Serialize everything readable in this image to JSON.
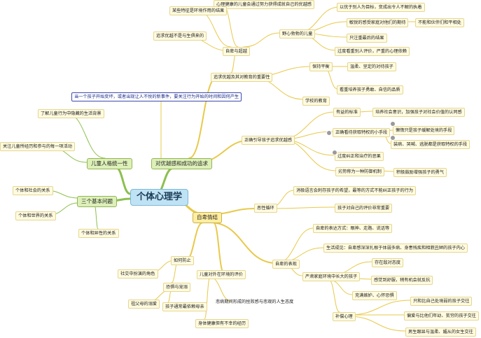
{
  "root": "个体心理学",
  "branches": {
    "inferiority": "自卑情结",
    "superiority": "对优越感和成功的追求",
    "unity": "儿童人格统一性",
    "three_problems": "三个基本问题"
  },
  "nodes": {
    "n1": "心理健康的儿童会通过努力获得成就自己的优越感",
    "n2": "某些特征是环境作用的结果",
    "n3": "以优于别人为目标，变成出令人不解的执着",
    "n4": "野心勃勃的儿童",
    "n5": "敏锐的感受家庭对他们的期待",
    "n6": "不能和伙伴们和平相处",
    "n7": "追求优越不是与生俱来的",
    "n8": "只注重最后的结果",
    "n9": "自卑与超越",
    "n10": "过度看重别人评价，严重的心理依赖",
    "n11": "保持平衡",
    "n12": "温柔、坚定的对待孩子",
    "n13": "追求优越及其对教育的重要性",
    "n14": "当一个孩子开始变坏，或者出现让人不悦的新事件，要关注行为开始的时间和因何产生",
    "n15": "看重培养孩子勇敢、自信的品质",
    "n16": "学校的教育",
    "n17": "了解儿童行为中隐藏的生活背景",
    "n18": "有益的标准",
    "n19": "培养社会意识，加强孩子对社会价值的认同感",
    "n20": "正确看待获取特权的小手段",
    "n21": "懒惰只是孩子缓解处境的手段",
    "n22": "正确引导孩子追求优越感",
    "n23": "装病、哭喊、逃脱都是获取特权的手段",
    "n24": "关注儿童所经历和参与的每一项活动",
    "n25": "过度纠正和治疗的恶果",
    "n26": "劣势称为一种防御机制",
    "n27": "积极鼓励增强孩子的勇气",
    "n28": "个体和社会的关系",
    "n29": "消极语言会刺存孩子的希望，最等的方式不能纠正孩子的行为",
    "n30": "个体和世界的关系",
    "n31": "恶性循环",
    "n32": "孩子对自己的评价非常重要",
    "n33": "个体和异性的关系",
    "n34": "自卑的表达方式：眼神、走路、说话等",
    "n35": "如何防止",
    "n36": "生活成见：自卑感深深扎根于体弱多病、身患残疾和相貌丑陋的孩子内心",
    "n37": "儿童对外在环境的评价",
    "n38": "自卑的表现",
    "n39": "社交中扮演的角色",
    "n40": "严肃家庭环境中长大的孩子",
    "n41": "存在敌对态度",
    "n42": "感觉到舒服，稍有机会就反抗",
    "n43": "恐惧与宠溺",
    "n44": "充满嫉妒、心怀恐惧",
    "n45": "祖父母的溺爱",
    "n46": "孩子通常最依赖母亲",
    "n47": "悲病期间形成的挫败感与悲观的人生态度",
    "n48": "补偿心理",
    "n49": "只和比自己处境弱的孩子交往",
    "n50": "偏爱与比他们年幼、贫穷的孩子交往",
    "n51": "身体健康但有不幸的经历",
    "n52": "男生跟显与温柔、媚从的女生交往"
  },
  "icons": [
    "expand-marker",
    "collapse-marker",
    "warning-marker"
  ],
  "colors": {
    "line_yellow": "#e8c94a",
    "line_green": "#8cc04f",
    "root_fill": "#bfe3f5",
    "node_fill": "#fffbe0",
    "note_border": "#3e4ab0"
  }
}
